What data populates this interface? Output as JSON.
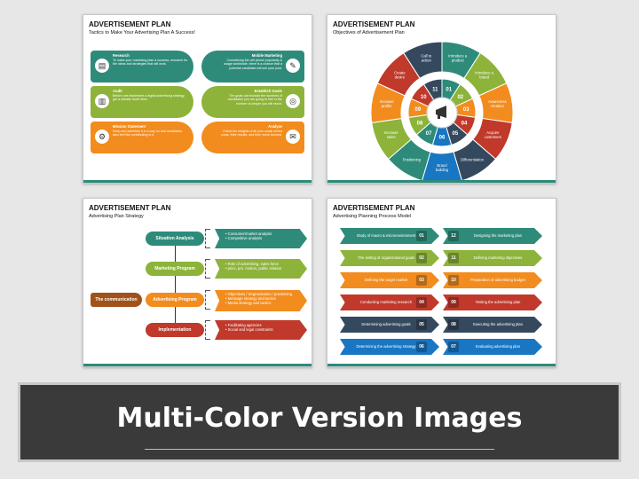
{
  "banner": {
    "text": "Multi-Color Version Images"
  },
  "slide1": {
    "title": "ADVERTISEMENT PLAN",
    "subtitle": "Tactics to Make Your Advertising Plan A Success!",
    "cards": [
      {
        "title": "Research",
        "text": "To make your marketing plan a success, research for the ideas and strategies that will work.",
        "color": "#2e8b7a",
        "icon": "document-icon",
        "glyph": "▤"
      },
      {
        "title": "Mobile Marketing",
        "text": "Considering the cell phone popularity & usage worldwide, there is a chance that a potential candidate will see your post.",
        "color": "#2e8b7a",
        "icon": "edit-icon",
        "glyph": "✎"
      },
      {
        "title": "Audit",
        "text": "Before one implement a digital advertising strategy, get a website audit done.",
        "color": "#8db33a",
        "icon": "chart-icon",
        "glyph": "▥"
      },
      {
        "title": "Establish Goals",
        "text": "The goals can include the numbers of candidates you are going to hire or the number of people you will reach.",
        "color": "#8db33a",
        "icon": "target-icon",
        "glyph": "◎"
      },
      {
        "title": "Mission Statement",
        "text": "Keep and advertise it in a way so that candidates also feel like contributing to it.",
        "color": "#f28c1e",
        "icon": "gear-icon",
        "glyph": "⚙"
      },
      {
        "title": "Analyze",
        "text": "Check the insights of all your social media posts, their results, and then move forward.",
        "color": "#f28c1e",
        "icon": "analytics-icon",
        "glyph": "✉"
      }
    ]
  },
  "slide2": {
    "title": "ADVERTISEMENT PLAN",
    "subtitle": "Objectives of Advertisement Plan",
    "segments": [
      {
        "num": "01",
        "label": "Introduce a product",
        "color": "#2e8b7a"
      },
      {
        "num": "02",
        "label": "Introduce a brand",
        "color": "#8db33a"
      },
      {
        "num": "03",
        "label": "Awareness creation",
        "color": "#f28c1e"
      },
      {
        "num": "04",
        "label": "Acquire customers",
        "color": "#c0392b"
      },
      {
        "num": "05",
        "label": "Differentiation",
        "color": "#34495e"
      },
      {
        "num": "06",
        "label": "Brand building",
        "color": "#1976c2"
      },
      {
        "num": "07",
        "label": "Positioning",
        "color": "#2e8b7a"
      },
      {
        "num": "08",
        "label": "Increase sales",
        "color": "#8db33a"
      },
      {
        "num": "09",
        "label": "Increase profits",
        "color": "#f28c1e"
      },
      {
        "num": "10",
        "label": "Create desire",
        "color": "#c0392b"
      },
      {
        "num": "11",
        "label": "Call to action",
        "color": "#34495e"
      }
    ],
    "center_icon": "megaphone-icon"
  },
  "slide3": {
    "title": "ADVERTISEMENT PLAN",
    "subtitle": "Advertising Plan Strategy",
    "steps": [
      {
        "label": "Situation Analysis",
        "color": "#2e8b7a",
        "details": [
          "Consumer/market analysis",
          "Competitive analysis"
        ]
      },
      {
        "label": "Marketing Program",
        "color": "#8db33a",
        "details": [
          "Role of advertising, sales force",
          "price, pro. motion, public relation"
        ]
      },
      {
        "label": "Advertising Program",
        "color": "#f28c1e",
        "details": [
          "Objectives / Segmentation / positioning",
          "Message strategy and tactics",
          "Media strategy and tactics"
        ]
      },
      {
        "label": "Implementation",
        "color": "#c0392b",
        "details": [
          "Facilitating agencies",
          "Social and legal  constraints"
        ]
      }
    ],
    "side": {
      "label": "The communication",
      "color": "#a0521a"
    }
  },
  "slide4": {
    "title": "ADVERTISEMENT PLAN",
    "subtitle": "Advertising Planning Process Model",
    "left": [
      {
        "num": "01",
        "label": "Study of macro & microenvironment",
        "color": "#2e8b7a"
      },
      {
        "num": "02",
        "label": "The setting of organizational goals",
        "color": "#8db33a"
      },
      {
        "num": "03",
        "label": "Defining the target market",
        "color": "#f28c1e"
      },
      {
        "num": "04",
        "label": "Conducting marketing research",
        "color": "#c0392b"
      },
      {
        "num": "05",
        "label": "Determining advertising goals",
        "color": "#34495e"
      },
      {
        "num": "06",
        "label": "Determining the advertising strategy",
        "color": "#1976c2"
      }
    ],
    "right": [
      {
        "num": "12",
        "label": "Designing the marketing plan",
        "color": "#2e8b7a"
      },
      {
        "num": "11",
        "label": "Defining marketing objectives",
        "color": "#8db33a"
      },
      {
        "num": "10",
        "label": "Preparation of advertising budget",
        "color": "#f28c1e"
      },
      {
        "num": "09",
        "label": "Testing the advertising plan",
        "color": "#c0392b"
      },
      {
        "num": "08",
        "label": "Executing the advertising plan",
        "color": "#34495e"
      },
      {
        "num": "07",
        "label": "Evaluating advertising plan",
        "color": "#1976c2"
      }
    ]
  }
}
